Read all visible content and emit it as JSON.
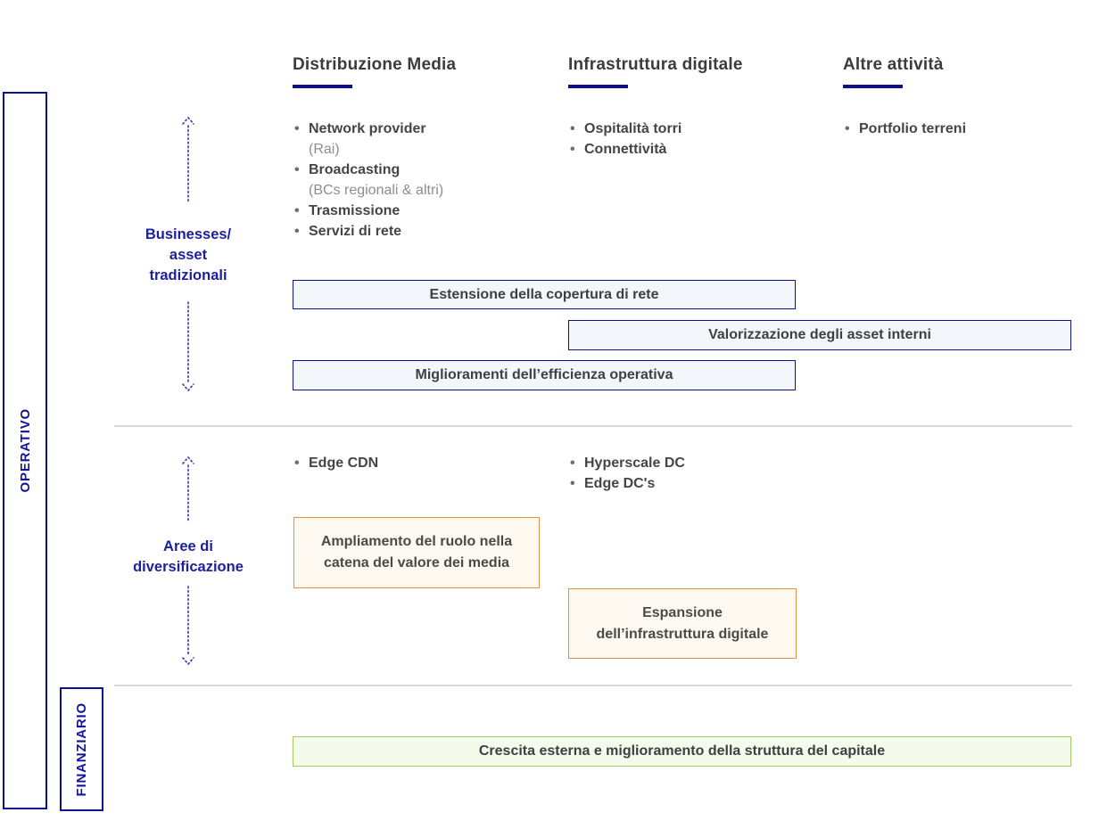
{
  "side_labels": {
    "operativo": "OPERATIVO",
    "finanziario": "FINANZIARIO"
  },
  "row_labels": {
    "traditional": "Businesses/\nasset\ntradizionali",
    "diversification": "Aree di\ndiversificazione"
  },
  "columns": [
    {
      "header": "Distribuzione Media",
      "items": [
        {
          "label": "Network provider",
          "note": "(Rai)"
        },
        {
          "label": "Broadcasting",
          "note": "(BCs regionali & altri)"
        },
        {
          "label": "Trasmissione"
        },
        {
          "label": "Servizi di rete"
        }
      ],
      "diversification_items": [
        {
          "label": "Edge CDN"
        }
      ]
    },
    {
      "header": "Infrastruttura digitale",
      "items": [
        {
          "label": "Ospitalità torri"
        },
        {
          "label": "Connettività"
        }
      ],
      "diversification_items": [
        {
          "label": "Hyperscale DC"
        },
        {
          "label": "Edge DC's"
        }
      ]
    },
    {
      "header": "Altre attività",
      "items": [
        {
          "label": "Portfolio terreni"
        }
      ],
      "diversification_items": []
    }
  ],
  "strategy_boxes": {
    "blue_1": "Estensione della copertura di rete",
    "blue_2": "Valorizzazione degli asset interni",
    "blue_3": "Miglioramenti dell’efficienza operativa",
    "orange_1": "Ampliamento del ruolo nella\ncatena del valore dei media",
    "orange_2": "Espansione\ndell’infrastruttura digitale",
    "green_1": "Crescita esterna e miglioramento della struttura del capitale"
  },
  "colors": {
    "navy": "#0d108c",
    "label_blue": "#1c1f9e",
    "orange_border": "#e2933f",
    "orange_bg": "#fdf8f0",
    "green_border": "#a0cc62",
    "green_bg": "#f4faec",
    "blue_box_bg": "#f3f7fb",
    "header_text": "#3c3c3c",
    "muted_text": "#8d8d8d",
    "divider": "#d9d9d9"
  }
}
